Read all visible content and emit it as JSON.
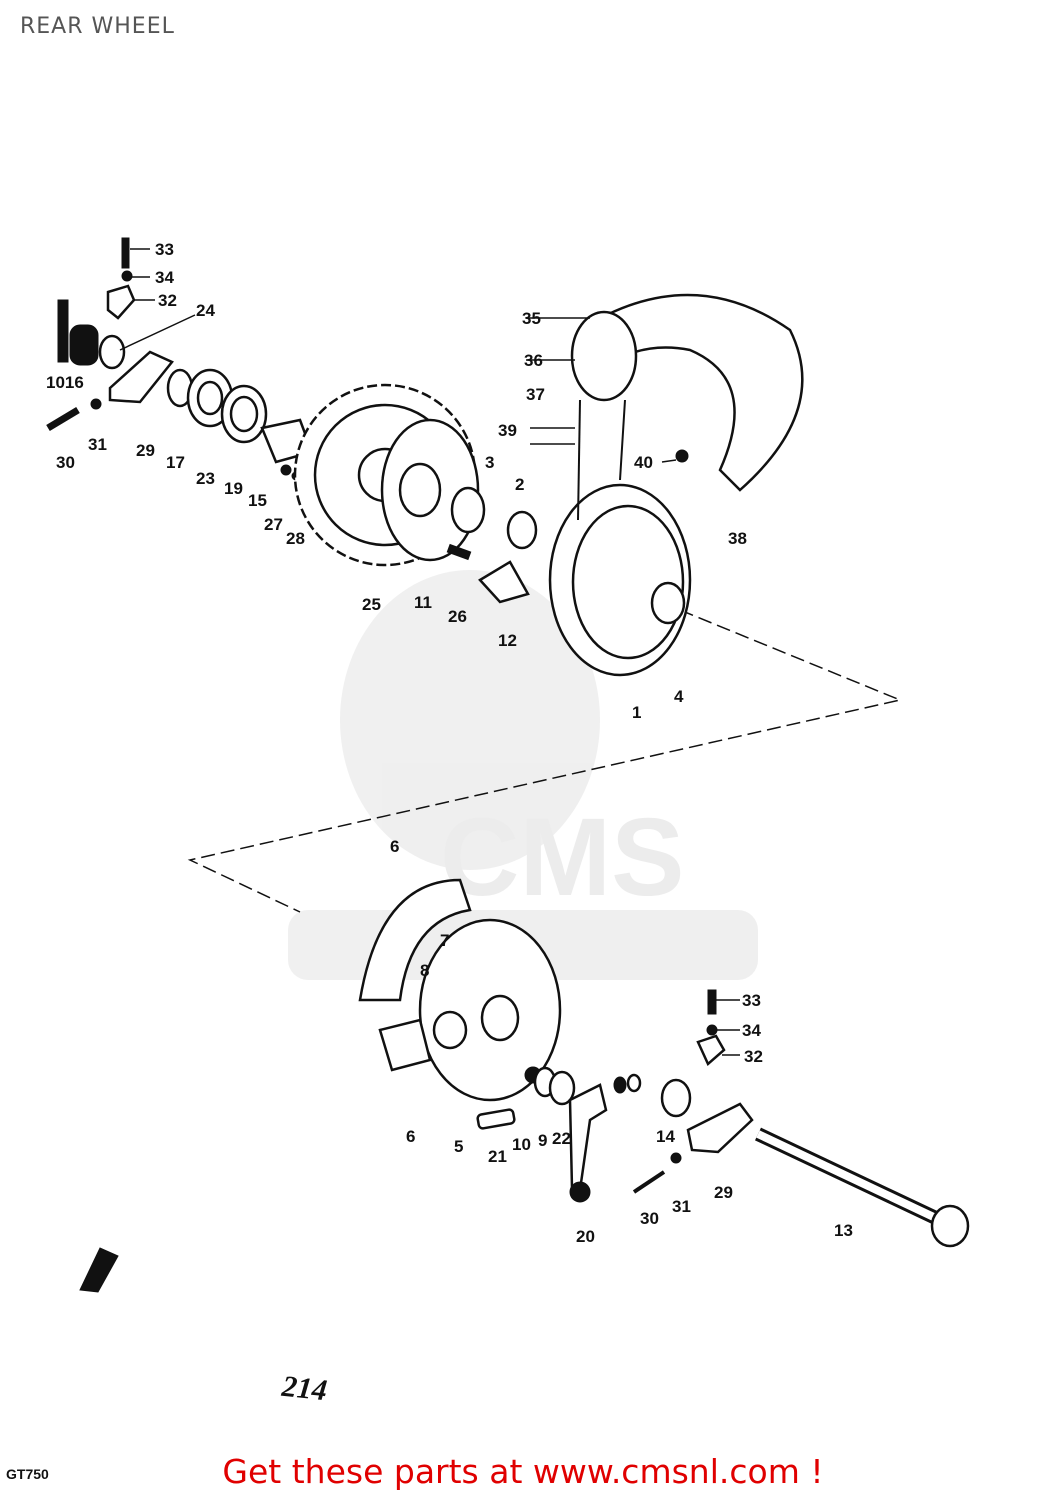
{
  "title": "REAR WHEEL",
  "page_number": "214",
  "model_code": "GT750",
  "watermark": "CMS WWW.CMSNL.COM",
  "footer_cta": "Get these parts at www.cmsnl.com !",
  "callouts": [
    "33",
    "34",
    "32",
    "24",
    "1016",
    "30",
    "31",
    "29",
    "17",
    "23",
    "19",
    "15",
    "27",
    "28",
    "25",
    "11",
    "26",
    "3",
    "2",
    "12",
    "35",
    "36",
    "37",
    "39",
    "40",
    "38",
    "1",
    "4",
    "6",
    "7",
    "8",
    "6",
    "5",
    "21",
    "10",
    "9",
    "22",
    "20",
    "33",
    "34",
    "32",
    "14",
    "29",
    "31",
    "30",
    "13"
  ]
}
